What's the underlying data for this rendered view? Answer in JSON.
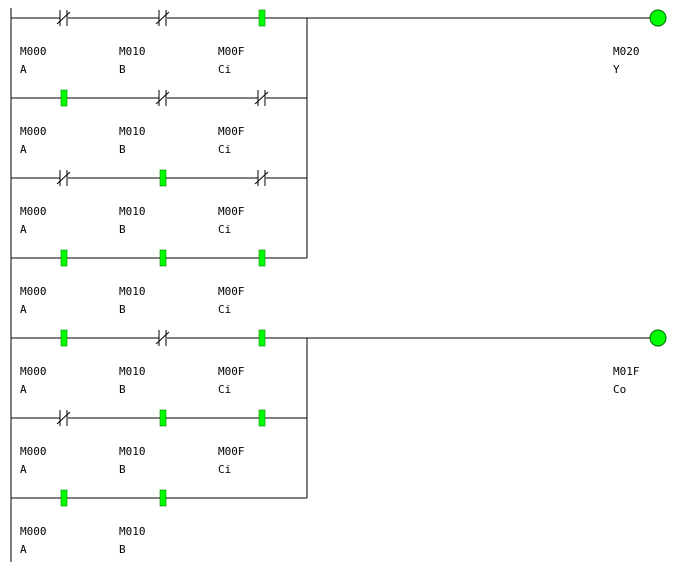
{
  "colors": {
    "line": "#000000",
    "active": "#00ff00",
    "background": "#ffffff"
  },
  "rungs": [
    {
      "coil": {
        "addr": "M020",
        "label": "Y"
      },
      "branches": [
        {
          "contacts": [
            {
              "type": "nc",
              "addr": "M000",
              "label": "A"
            },
            {
              "type": "nc",
              "addr": "M010",
              "label": "B"
            },
            {
              "type": "no",
              "addr": "M00F",
              "label": "Ci"
            }
          ]
        },
        {
          "contacts": [
            {
              "type": "no",
              "addr": "M000",
              "label": "A"
            },
            {
              "type": "nc",
              "addr": "M010",
              "label": "B"
            },
            {
              "type": "nc",
              "addr": "M00F",
              "label": "Ci"
            }
          ]
        },
        {
          "contacts": [
            {
              "type": "nc",
              "addr": "M000",
              "label": "A"
            },
            {
              "type": "no",
              "addr": "M010",
              "label": "B"
            },
            {
              "type": "nc",
              "addr": "M00F",
              "label": "Ci"
            }
          ]
        },
        {
          "contacts": [
            {
              "type": "no",
              "addr": "M000",
              "label": "A"
            },
            {
              "type": "no",
              "addr": "M010",
              "label": "B"
            },
            {
              "type": "no",
              "addr": "M00F",
              "label": "Ci"
            }
          ]
        }
      ]
    },
    {
      "coil": {
        "addr": "M01F",
        "label": "Co"
      },
      "branches": [
        {
          "contacts": [
            {
              "type": "no",
              "addr": "M000",
              "label": "A"
            },
            {
              "type": "nc",
              "addr": "M010",
              "label": "B"
            },
            {
              "type": "no",
              "addr": "M00F",
              "label": "Ci"
            }
          ]
        },
        {
          "contacts": [
            {
              "type": "nc",
              "addr": "M000",
              "label": "A"
            },
            {
              "type": "no",
              "addr": "M010",
              "label": "B"
            },
            {
              "type": "no",
              "addr": "M00F",
              "label": "Ci"
            }
          ]
        },
        {
          "contacts": [
            {
              "type": "no",
              "addr": "M000",
              "label": "A"
            },
            {
              "type": "no",
              "addr": "M010",
              "label": "B"
            }
          ]
        }
      ]
    }
  ]
}
